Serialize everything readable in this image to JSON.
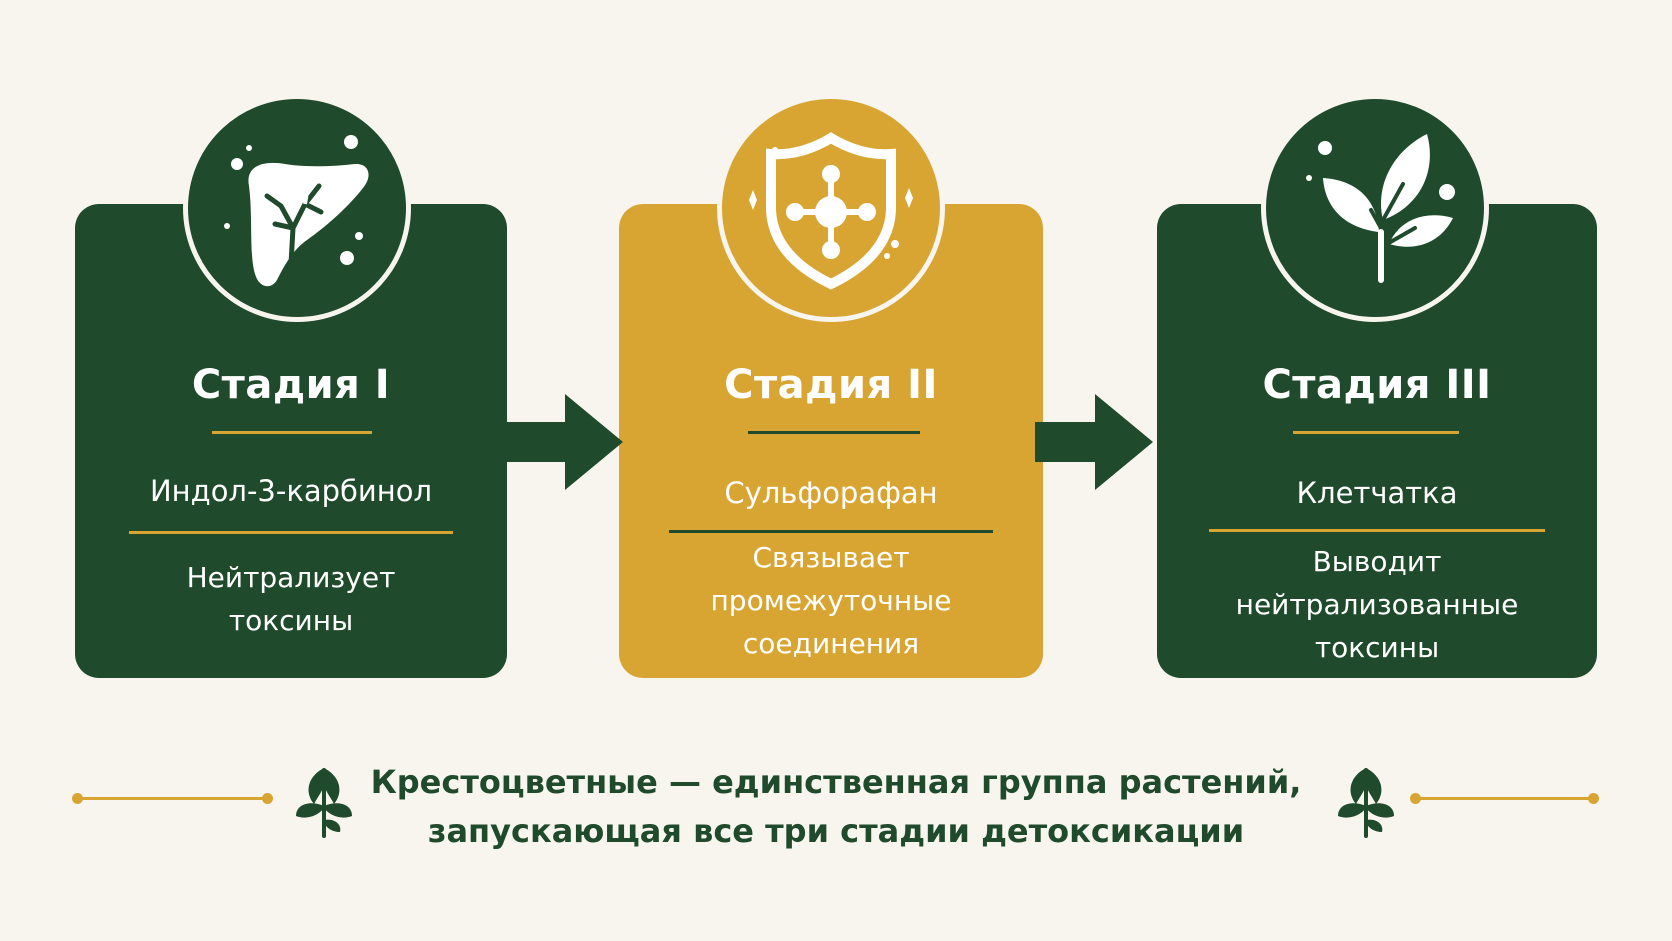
{
  "colors": {
    "green": "#1f4a2c",
    "gold": "#d8a532",
    "background": "#f8f5ef"
  },
  "stages": [
    {
      "title": "Стадия I",
      "compound": "Индол-3-карбинол",
      "effect_lines": [
        "Нейтрализует",
        "токсины"
      ],
      "icon": "liver-icon"
    },
    {
      "title": "Стадия II",
      "compound": "Сульфорафан",
      "effect_lines": [
        "Связывает",
        "промежуточные",
        "соединения"
      ],
      "icon": "shield-molecule-icon"
    },
    {
      "title": "Стадия III",
      "compound": "Клетчатка",
      "effect_lines": [
        "Выводит",
        "нейтрализованные",
        "токсины"
      ],
      "icon": "leaf-sprout-icon"
    }
  ],
  "footer": {
    "lines": [
      "Крестоцветные — единственная группа растений,",
      "запускающая все три стадии детоксикации"
    ],
    "icon": "leaf-icon"
  }
}
